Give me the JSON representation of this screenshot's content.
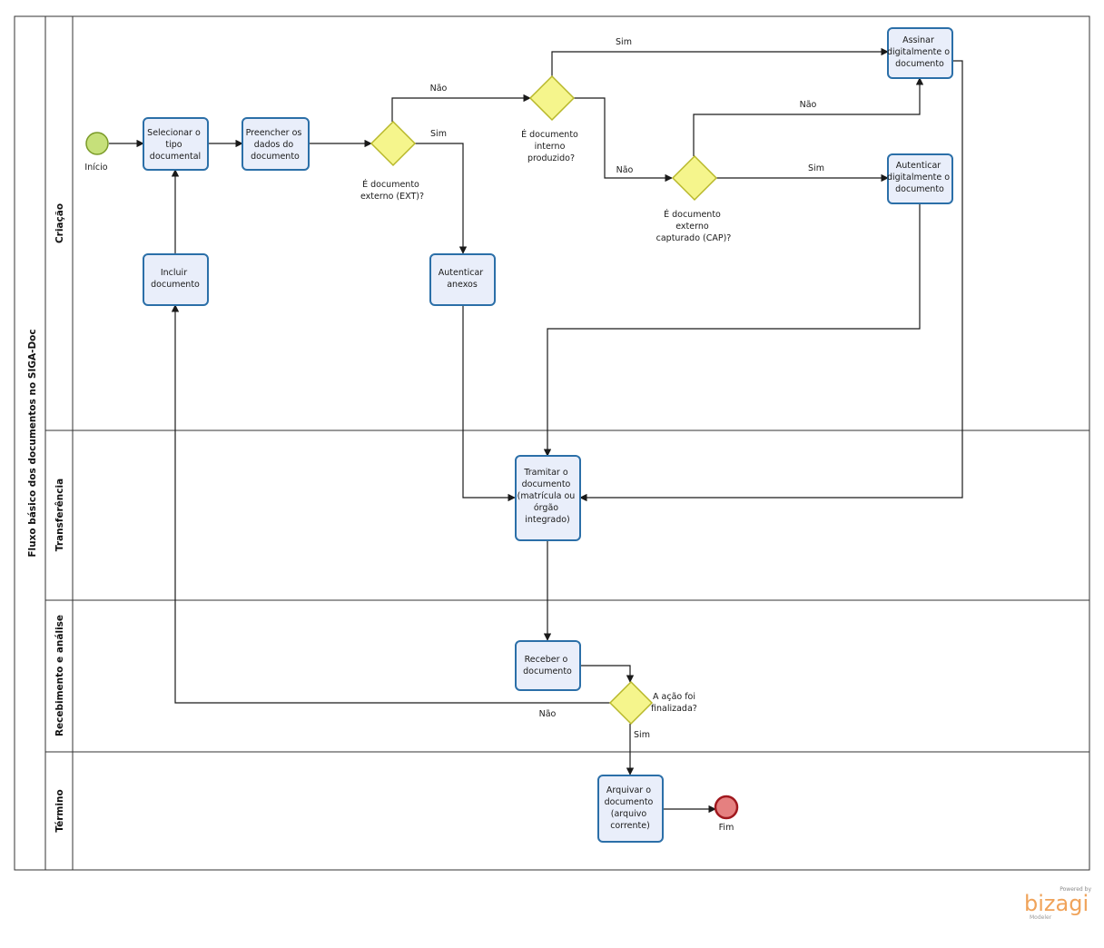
{
  "pool": {
    "title": "Fluxo básico dos documentos no SIGA-Doc"
  },
  "lanes": [
    {
      "id": "criacao",
      "label": "Criação"
    },
    {
      "id": "transferencia",
      "label": "Transferência"
    },
    {
      "id": "recebimento",
      "label": "Recebimento e análise"
    },
    {
      "id": "termino",
      "label": "Término"
    }
  ],
  "events": {
    "start": {
      "label": "Início",
      "color": "#c6e07a"
    },
    "end": {
      "label": "Fim",
      "color": "#e58080"
    }
  },
  "tasks": {
    "selecionar": [
      "Selecionar o",
      "tipo",
      "documental"
    ],
    "preencher": [
      "Preencher os",
      "dados do",
      "documento"
    ],
    "incluir": [
      "Incluir",
      "documento"
    ],
    "autenticar_anexos": [
      "Autenticar",
      "anexos"
    ],
    "assinar": [
      "Assinar",
      "digitalmente o",
      "documento"
    ],
    "autenticar_doc": [
      "Autenticar",
      "digitalmente o",
      "documento"
    ],
    "tramitar": [
      "Tramitar o",
      "documento",
      "(matrícula ou",
      "órgão",
      "integrado)"
    ],
    "receber": [
      "Receber o",
      "documento"
    ],
    "arquivar": [
      "Arquivar o",
      "documento",
      "(arquivo",
      "corrente)"
    ]
  },
  "gateways": {
    "externo": [
      "É documento",
      "externo (EXT)?"
    ],
    "interno": [
      "É documento",
      "interno",
      "produzido?"
    ],
    "capturado": [
      "É documento",
      "externo",
      "capturado (CAP)?"
    ],
    "finalizada": [
      "A ação foi",
      "finalizada?"
    ]
  },
  "flow_labels": {
    "ext_nao": "Não",
    "ext_sim": "Sim",
    "int_sim": "Sim",
    "int_nao": "Não",
    "cap_nao": "Não",
    "cap_sim": "Sim",
    "fin_nao": "Não",
    "fin_sim": "Sim"
  },
  "branding": {
    "powered": "Powered by",
    "logo": "bizagi",
    "product": "Modeler"
  }
}
